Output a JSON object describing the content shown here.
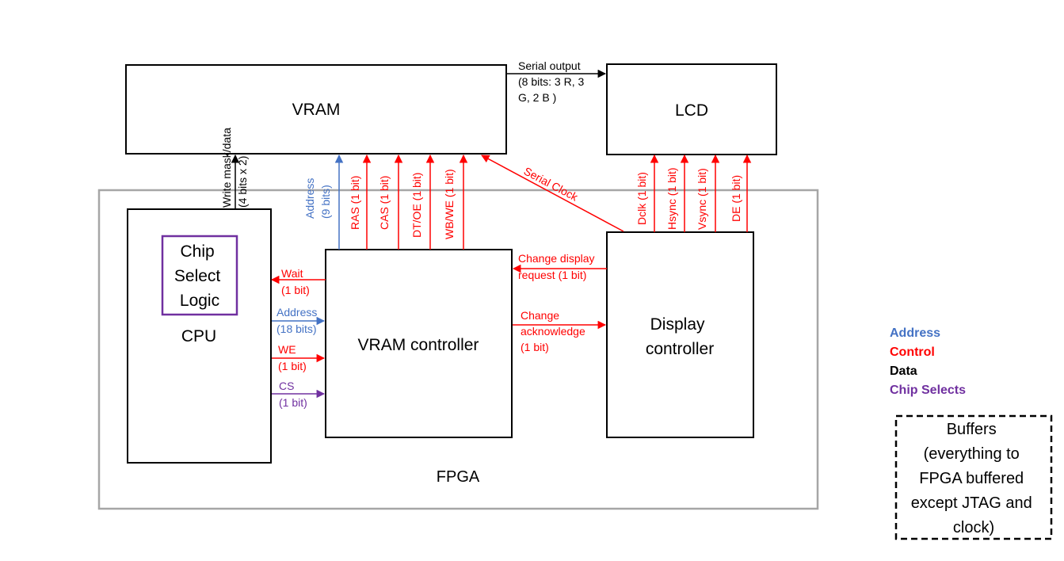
{
  "colors": {
    "address": "#4472C4",
    "control": "#FF0000",
    "data": "#000000",
    "chip_select": "#7030A0",
    "fpga_border": "#A6A6A6"
  },
  "blocks": {
    "vram": "VRAM",
    "lcd": "LCD",
    "fpga": "FPGA",
    "cpu": "CPU",
    "chip_select_logic": [
      "Chip",
      "Select",
      "Logic"
    ],
    "vram_controller": "VRAM controller",
    "display_controller": [
      "Display",
      "controller"
    ]
  },
  "signals": {
    "serial_output": [
      "Serial output",
      "(8 bits: 3 R, 3",
      "G, 2 B )"
    ],
    "write_mask": [
      "Write mask/data",
      "(4 bits x 2)"
    ],
    "address_vram": [
      "Address",
      "(9 bits)"
    ],
    "ras": "RAS (1 bit)",
    "cas": "CAS (1 bit)",
    "dt_oe": "DT/OE (1 bit)",
    "wb_we": "WB/WE (1 bit)",
    "serial_clock": "Serial Clock",
    "dclk": "Dclk (1 bit)",
    "hsync": "Hsync (1 bit)",
    "vsync": "Vsync (1 bit)",
    "de": "DE (1 bit)",
    "wait": [
      "Wait",
      "(1 bit)"
    ],
    "address_cpu": [
      "Address",
      "(18 bits)"
    ],
    "we": [
      "WE",
      "(1 bit)"
    ],
    "cs": [
      "CS",
      "(1 bit)"
    ],
    "change_display_request": [
      "Change display",
      "request (1 bit)"
    ],
    "change_acknowledge": [
      "Change",
      "acknowledge",
      "(1 bit)"
    ]
  },
  "legend": {
    "address": "Address",
    "control": "Control",
    "data": "Data",
    "chip_selects": "Chip Selects"
  },
  "buffers_note": [
    "Buffers",
    "(everything to",
    "FPGA buffered",
    "except JTAG and",
    "clock)"
  ]
}
